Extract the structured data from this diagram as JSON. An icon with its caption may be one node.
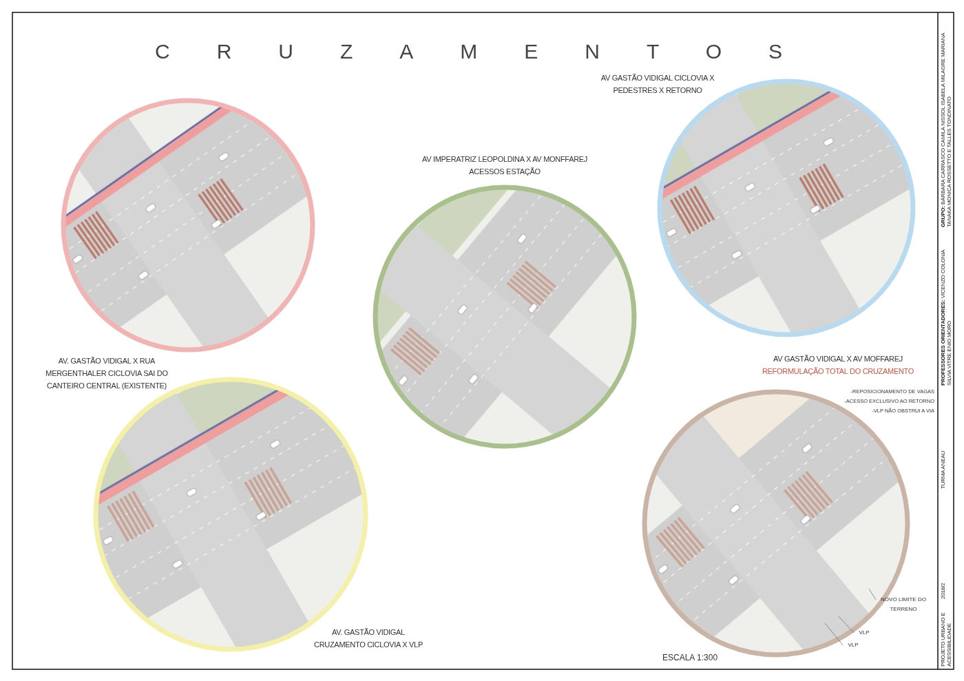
{
  "diagram": {
    "title": "CRUZAMENTOS",
    "nodes": [
      {
        "text": [
          "AV. GASTÃO VIDIGAL X RUA MERGENTHALER CICLOVIA SAI DO CANTEIRO CENTRAL (EXISTENTE)"
        ]
      },
      {
        "text": [
          "AV IMPERATRIZ LEOPOLDINA X AV MONFFAREJ ACESSOS ESTAÇÃO"
        ]
      },
      {
        "text": [
          "AV GASTÃO VIDIGAL CICLOVIA X PEDESTRES X RETORNO"
        ]
      },
      {
        "text": [
          "AV. GASTÃO VIDIGAL CRUZAMENTO CICLOVIA X VLP"
        ]
      },
      {
        "text": [
          "AV GASTÃO VIDIGAL X AV MOFFAREJ",
          "REFORMULAÇÃO TOTAL DO CRUZAMENTO"
        ],
        "beside": [
          "-REPOSICIONAMENTO DE VAGAS",
          "-ACESSO EXCLUSIVO AO RETORNO",
          "-VLP NÃO OBSTRUI A VIA"
        ]
      },
      {
        "text": [
          "NOVO LIMITE DO TERRENO"
        ]
      },
      {
        "text": [
          "VLP"
        ]
      },
      {
        "text": [
          "VLP"
        ]
      }
    ],
    "edges": [
      {
        "from": 5,
        "to": 4,
        "arrow": "none"
      },
      {
        "from": 6,
        "to": 4,
        "arrow": "none"
      },
      {
        "from": 7,
        "to": 4,
        "arrow": "none"
      }
    ],
    "labels": [
      "ESCALA 1:300",
      "**GRUPO:** BÁRBARA CARRASCO CAMILA NISSOL ISABELA MILAGRE MARIANA TANAKA MONICA ROSSETTO E TALLES TONDINATO",
      "**PROFESSORES ORIENTADORES:** VICENZO COLONIA SILVIA VITRE ENIO MORO",
      "TURMA ANEAU",
      "2018/2",
      "PROJETO URBANO E ACESSIBILIDADE"
    ]
  }
}
